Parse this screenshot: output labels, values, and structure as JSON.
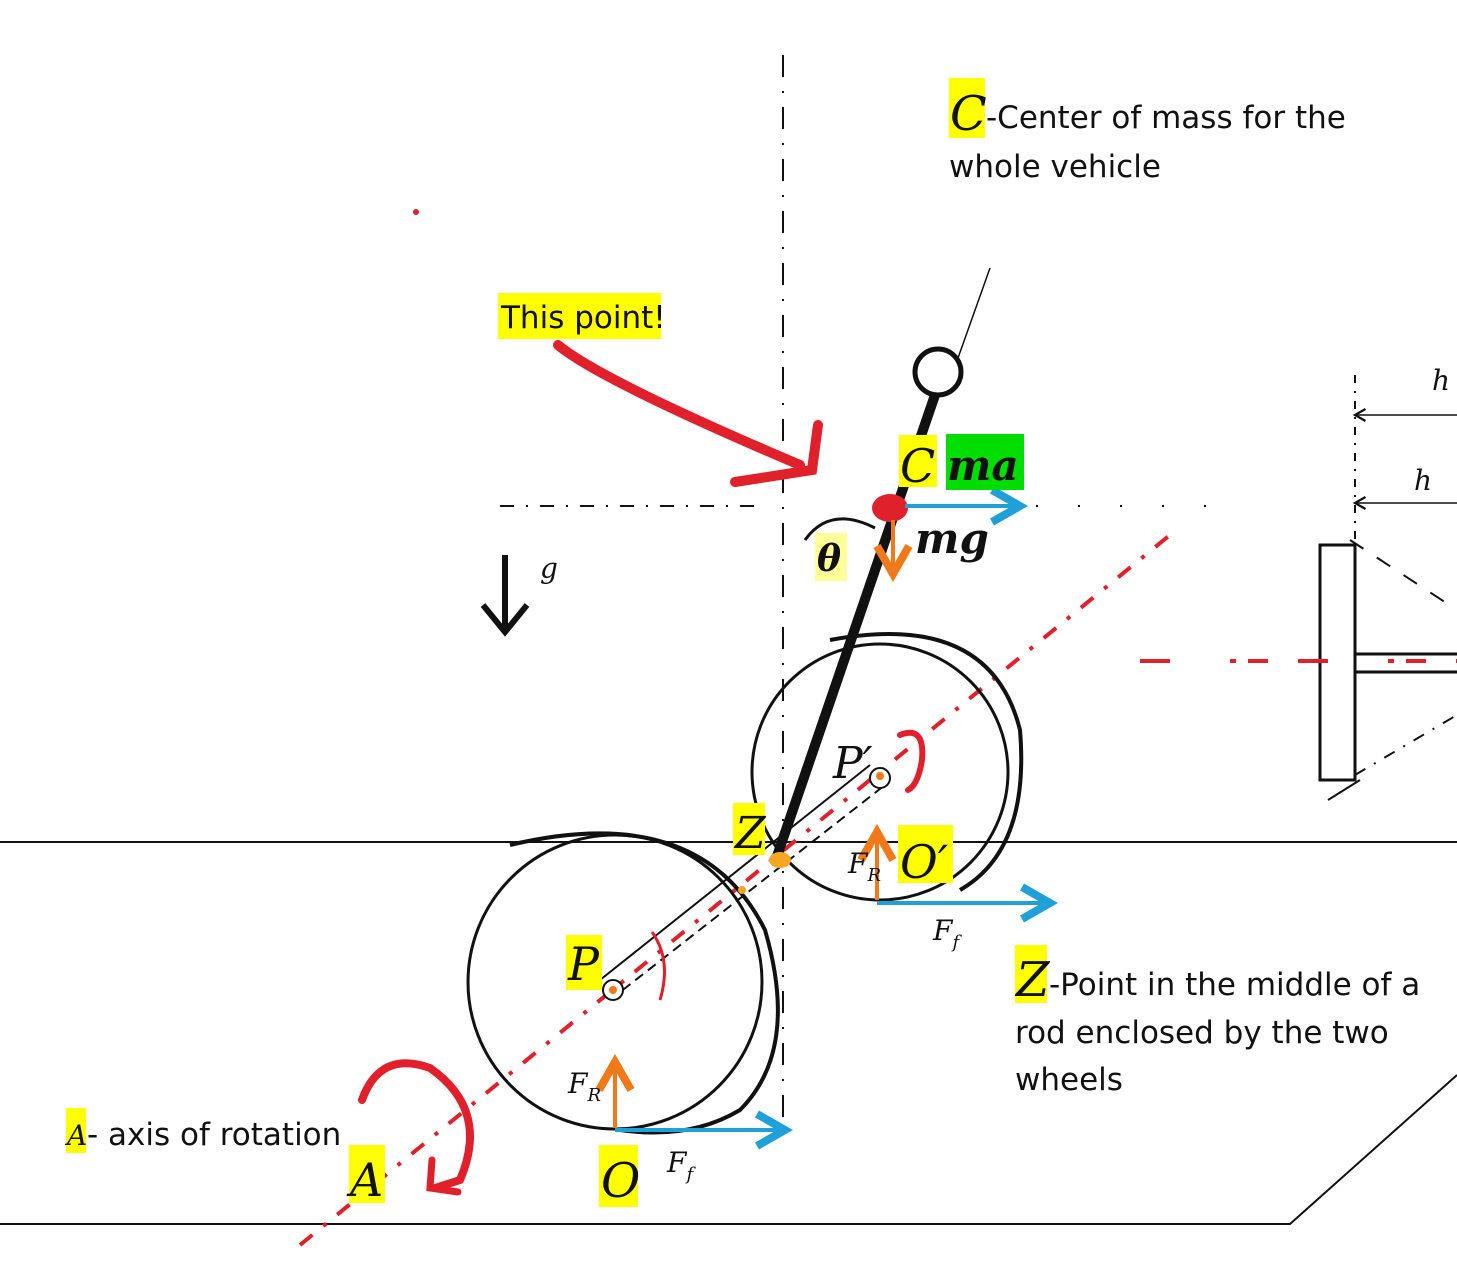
{
  "colors": {
    "highlight": "#ffff00",
    "green_box": "#00dd00",
    "red": "#e0202a",
    "blue": "#1fa0d8",
    "orange": "#f07a1a",
    "ink": "#111111"
  },
  "legend_c": {
    "symbol": "C",
    "line1": "-Center of mass for the",
    "line2": "whole vehicle"
  },
  "callout": {
    "label": "This point!"
  },
  "labels": {
    "c": "C",
    "ma": "ma",
    "mg": "mg",
    "theta": "θ",
    "g": "g",
    "p_prime": "P′",
    "z": "Z",
    "fr_front": "F",
    "fr_front_sub": "R",
    "o_prime": "O′",
    "ff_front": "F",
    "ff_front_sub": "f",
    "p": "P",
    "fr_back": "F",
    "fr_back_sub": "R",
    "o": "O",
    "ff_back": "F",
    "ff_back_sub": "f",
    "a": "A",
    "h_top": "h",
    "h_bottom": "h"
  },
  "legend_z": {
    "symbol": "Z",
    "line1": "-Point in the middle of a",
    "line2": "rod enclosed by the two",
    "line3": "wheels"
  },
  "legend_a": {
    "symbol": "A",
    "text": "- axis of rotation"
  }
}
